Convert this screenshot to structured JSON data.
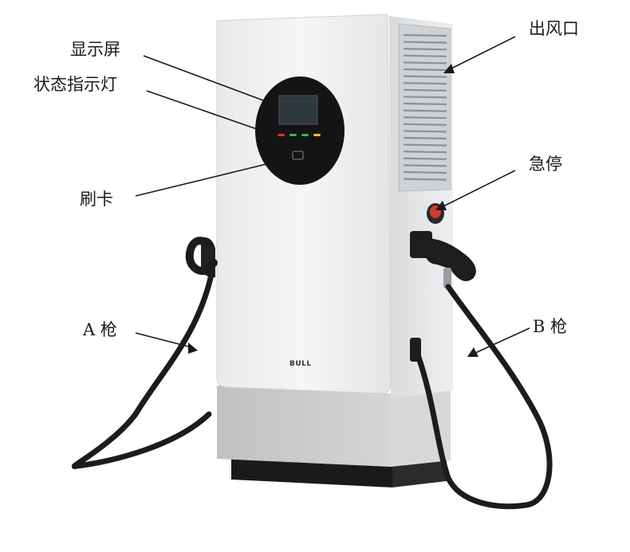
{
  "labels": {
    "screen": "显示屏",
    "indicator": "状态指示灯",
    "card": "刷卡",
    "gun_a": "A 枪",
    "outlet": "出风口",
    "estop": "急停",
    "gun_b": "B 枪"
  },
  "brand": "BULL",
  "colors": {
    "indicator_lights": [
      "#e0342a",
      "#3bb54a",
      "#3bb54a",
      "#f2c21b"
    ],
    "panel": "#f4f4f4",
    "base": "#c9cbcd",
    "cable": "#1c1c1c"
  }
}
